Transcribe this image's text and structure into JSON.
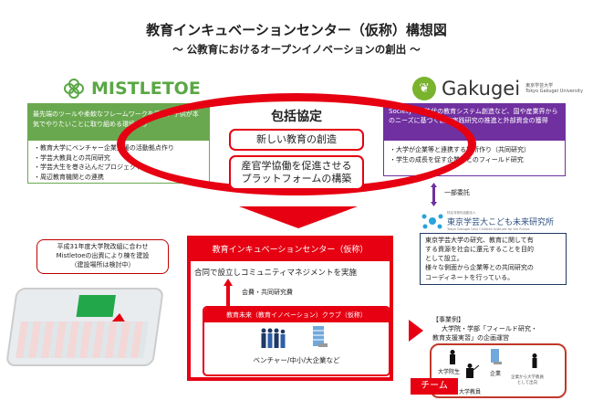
{
  "title": "教育インキュベーションセンター（仮称）構想図",
  "subtitle": "～ 公教育におけるオープンイノベーションの創出 ～",
  "mistletoe": {
    "logo": "MISTLETOE",
    "header": "最先端のツールや柔軟なフレームワークを用い、子供が本気でやりたいことに取り組める環境作り",
    "items": [
      "・教育大学にベンチャー企業支援の活動拠点作り",
      "・学芸大教員との共同研究",
      "・学芸大生を巻き込んだプロジェクト",
      "・周辺教育機関との連携"
    ],
    "color": "#6aa84f"
  },
  "gakugei": {
    "logo": "Gakugei",
    "logo_sub_ja": "東京学芸大学",
    "logo_sub_en": "Tokyo Gakugei University",
    "header": "Society 5.0時代の教育システム創造など、国や産業界からのニーズに基づく教育実践研究の推進と外部資金の獲得",
    "items": [
      "・大学が企業等と連携する場所作り（共同研究）",
      "・学生の成長を促す企業等とのフィールド研究"
    ],
    "color": "#7030a0"
  },
  "agreement": {
    "title": "包括協定",
    "box1": "新しい教育の創造",
    "box2_line1": "産官学協働を促進させる",
    "box2_line2": "プラットフォームの構築"
  },
  "itaku": "一部委託",
  "kodomo": {
    "small": "特定非営利活動法人",
    "name": "東京学芸大こども未来研究所",
    "en": "Tokyo Gakugei Univ Children Institute for the Future"
  },
  "kodomo_desc": [
    "東京学芸大学の研究、教育に関して有",
    "する資源を社会に還元することを目的",
    "として設立。",
    "様々な側面から企業等との共同研究の",
    "コーディネートを行っている。"
  ],
  "callout": [
    "平成31年度大学院改組に合わせ",
    "Mistletoeの出資により棟を建設",
    "（建設場所は検討中）"
  ],
  "center": {
    "header": "教育インキュベーションセンター（仮称）",
    "implement": "合同で設立しコミュニティマネジメントを実施",
    "fee": "会費・共同研究費",
    "club": "教育未来（教育イノベーション）クラブ（仮称）",
    "members": "ベンチャー/中小/大企業など"
  },
  "example": {
    "label": "【事業例】",
    "line1": "大学院・学部「フィールド研究・",
    "line2": "教育支援実習」の企画運営"
  },
  "team": {
    "label": "チーム",
    "grad": "大学院生",
    "faculty": "大学教員",
    "company": "企業",
    "dispatch1": "企業から大学教員",
    "dispatch2": "として出向"
  },
  "accent": "#e60012"
}
